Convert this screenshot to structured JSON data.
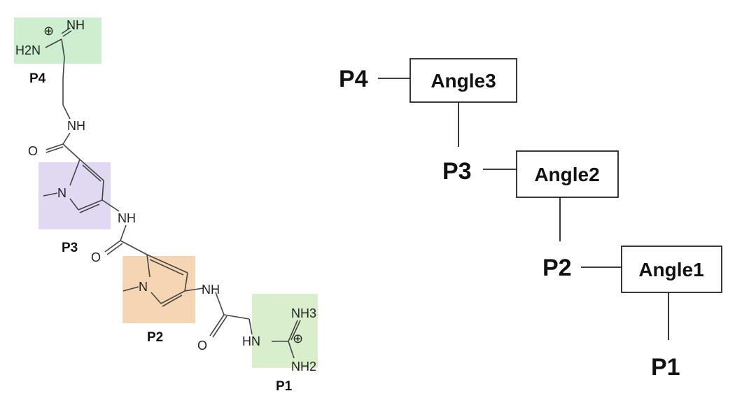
{
  "structure": {
    "atoms": {
      "nh_top": "NH",
      "h2n": "H2N",
      "nh_linker": "NH",
      "o_carbonyl1": "O",
      "n_methyl1": "N",
      "nh_ring1": "NH",
      "o_carbonyl2": "O",
      "n_methyl2": "N",
      "nh_ring2": "NH",
      "o_carbonyl3": "O",
      "hn_guan": "HN",
      "nh3": "NH3",
      "nh2": "NH2",
      "charge": "⊕"
    },
    "regions": [
      {
        "label": "P4",
        "color": "#cdeecf"
      },
      {
        "label": "P3",
        "color": "#e1d9f2"
      },
      {
        "label": "P2",
        "color": "#f6d6b2"
      },
      {
        "label": "P1",
        "color": "#d9efcc"
      }
    ]
  },
  "tree": {
    "nodes": [
      {
        "p": "P4",
        "angle": "Angle3"
      },
      {
        "p": "P3",
        "angle": "Angle2"
      },
      {
        "p": "P2",
        "angle": "Angle1"
      }
    ],
    "leaf": "P1"
  }
}
